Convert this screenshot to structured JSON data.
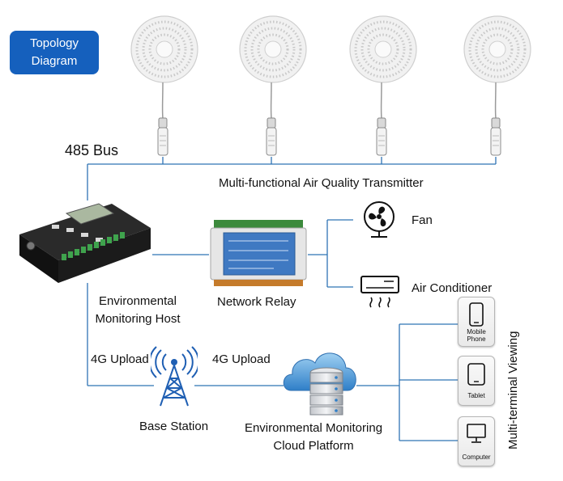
{
  "badge": {
    "line1": "Topology",
    "line2": "Diagram"
  },
  "bus_label": "485 Bus",
  "transmitter_label": "Multi-functional Air Quality Transmitter",
  "host_label": {
    "line1": "Environmental",
    "line2": "Monitoring Host"
  },
  "relay_label": "Network Relay",
  "fan_label": "Fan",
  "ac_label": "Air Conditioner",
  "upload_left": "4G Upload",
  "upload_right": "4G Upload",
  "base_station_label": "Base Station",
  "cloud_label": {
    "line1": "Environmental Monitoring",
    "line2": "Cloud Platform"
  },
  "terminals_label": "Multi-terminal Viewing",
  "terminals": {
    "mobile": {
      "line1": "Mobile",
      "line2": "Phone"
    },
    "tablet": "Tablet",
    "computer": "Computer"
  },
  "colors": {
    "badge": "#1560bd",
    "lines": "#2f74b5"
  }
}
